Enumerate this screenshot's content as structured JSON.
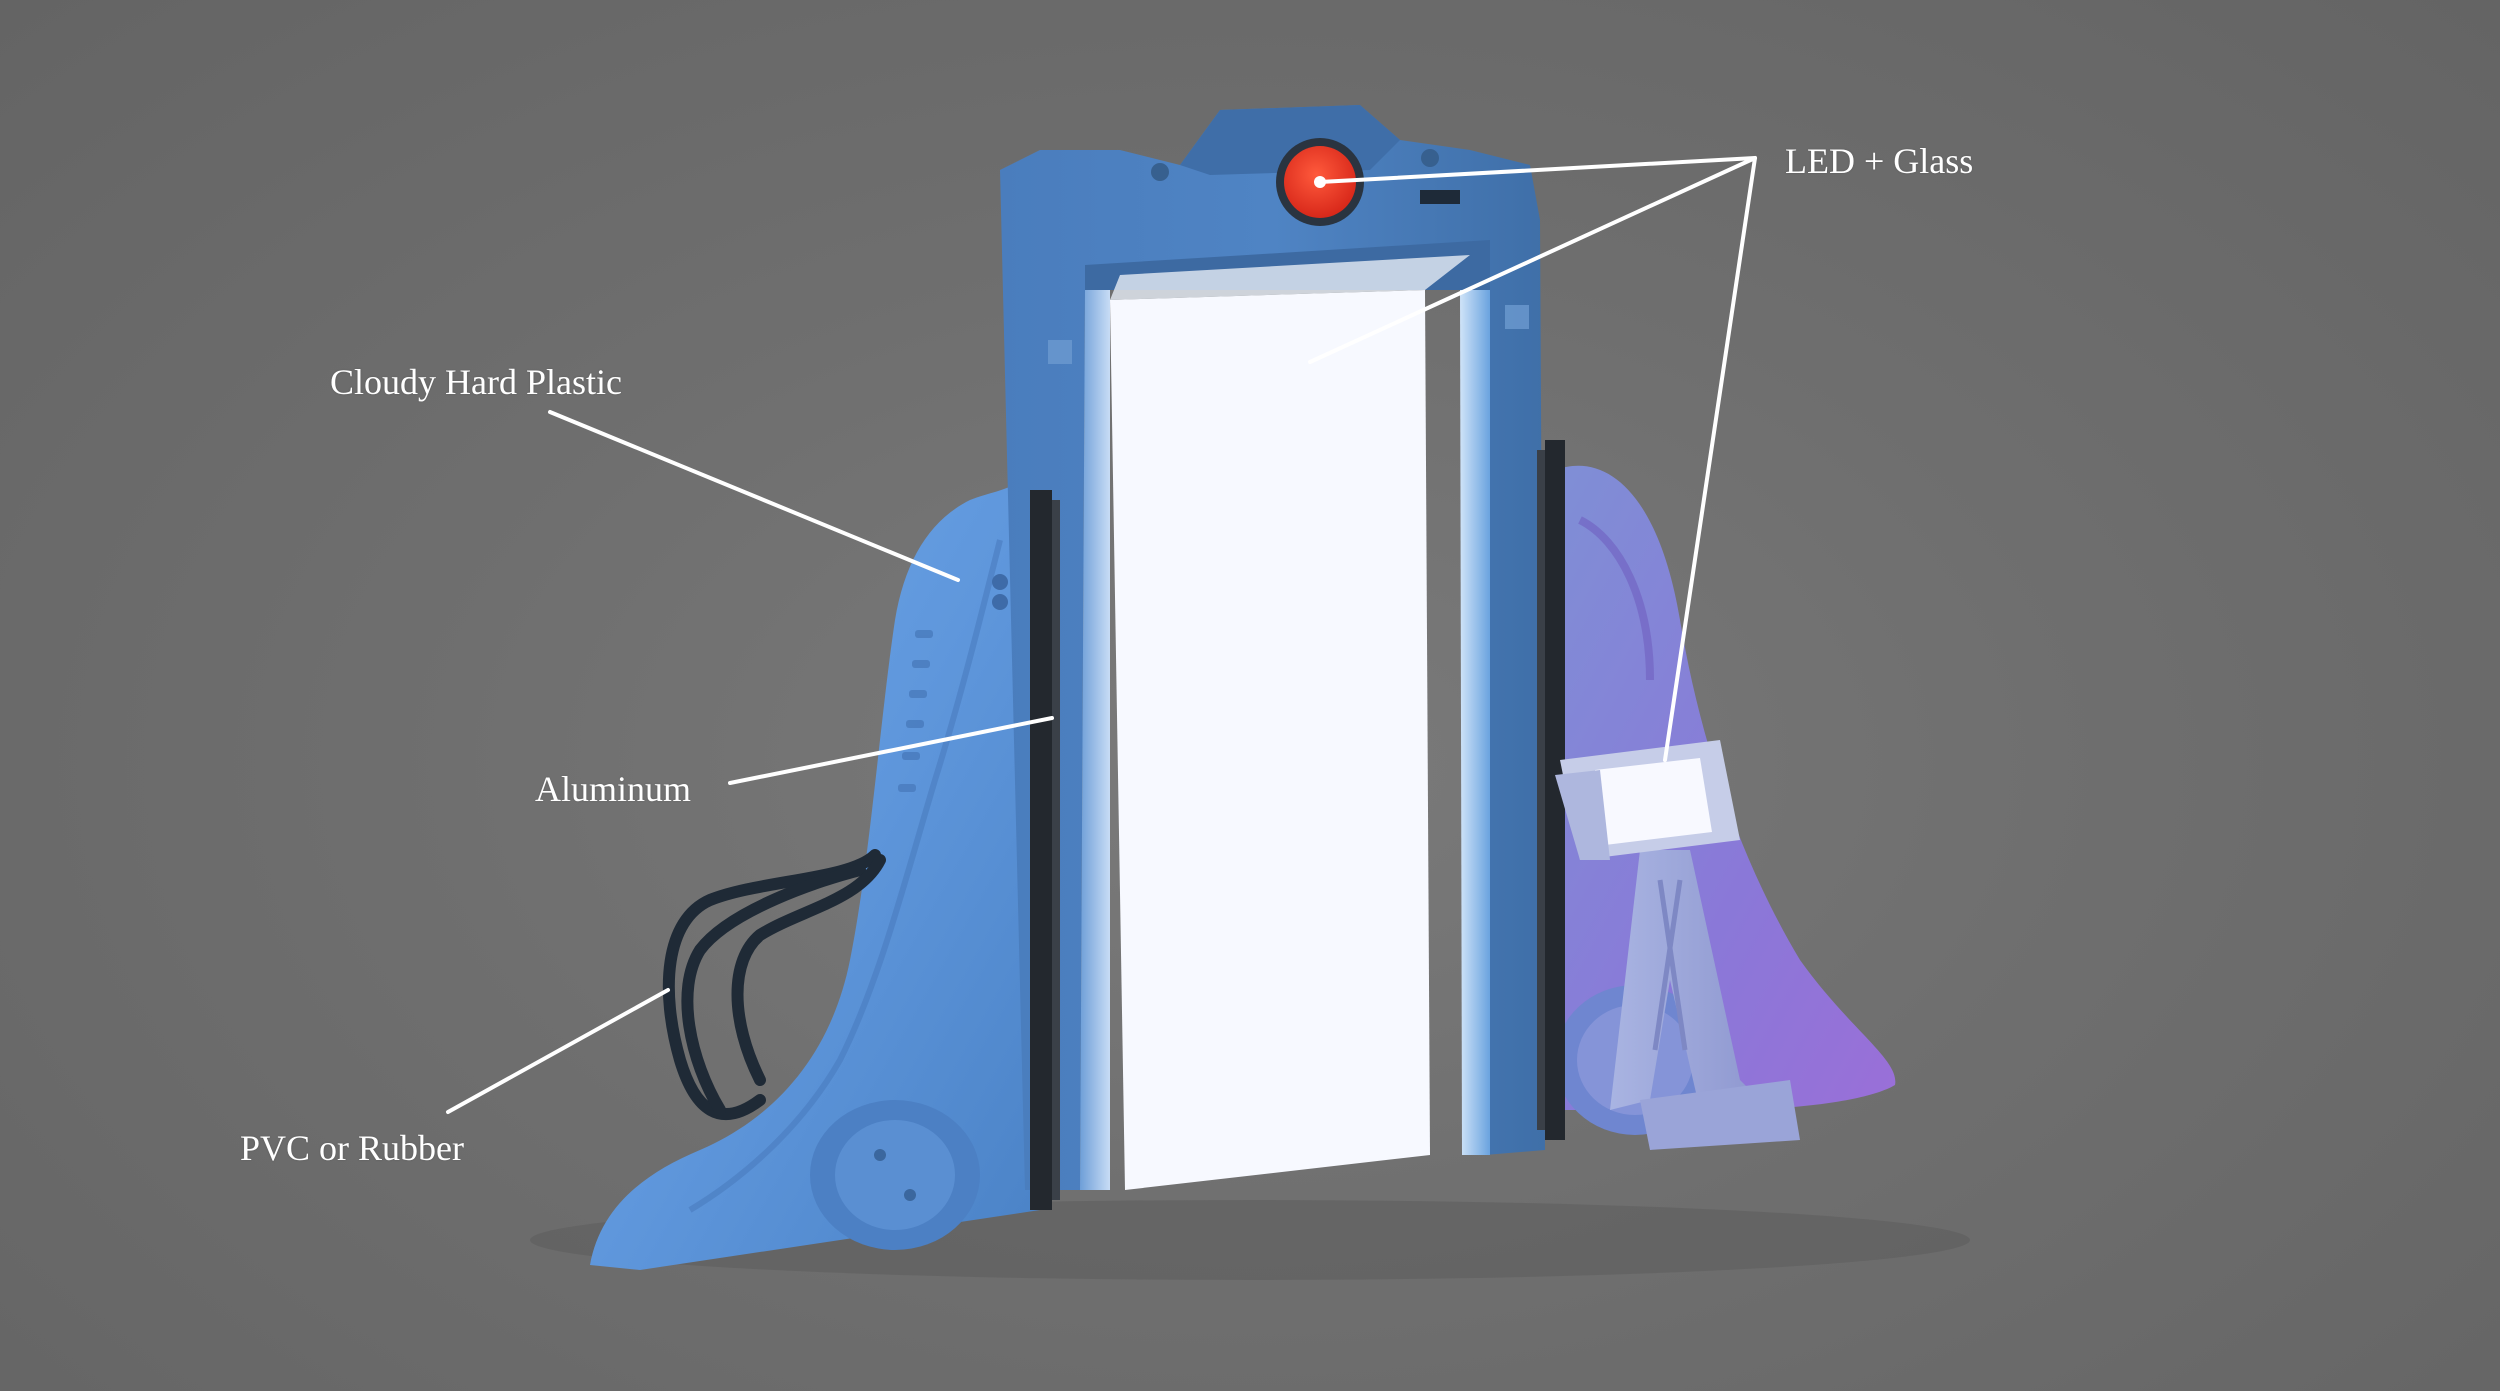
{
  "callouts": {
    "led_glass": "LED + Glass",
    "cloudy_hard_plastic": "Cloudy Hard Plastic",
    "aluminum": "Aluminum",
    "pvc_rubber": "PVC or Rubber"
  },
  "colors": {
    "background": "#6e6e6e",
    "frame_blue": "#4f82bf",
    "side_panel_blue": "#5b93d6",
    "screen_glow": "#f7f9ff",
    "led_red": "#e8321e",
    "purple_right": "#8c72d4",
    "callout_line": "#ffffff"
  }
}
